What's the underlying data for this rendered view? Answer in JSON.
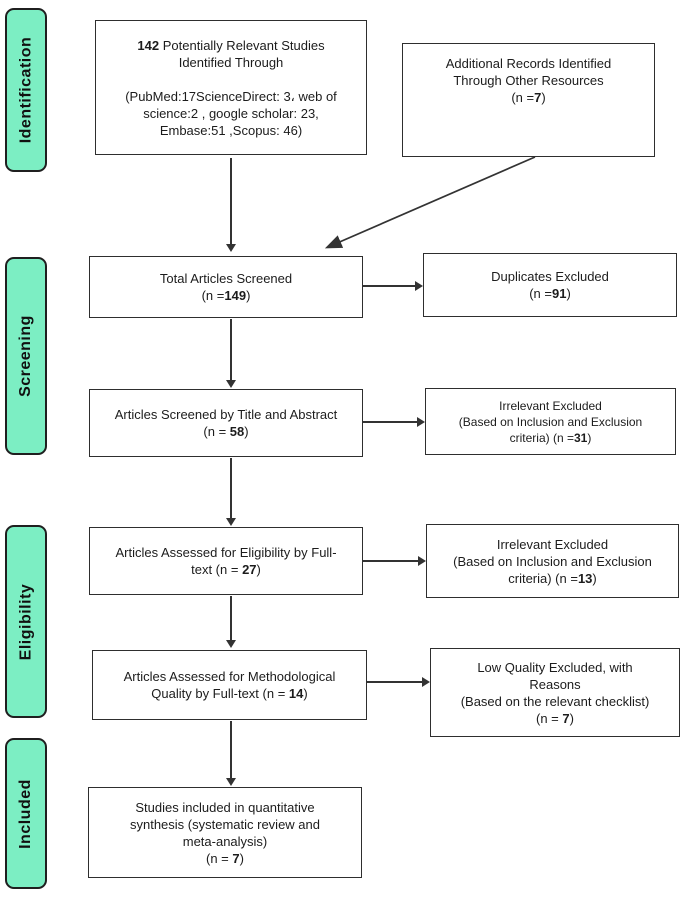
{
  "colors": {
    "stage_label_bg": "#7ceec3",
    "line": "#333333",
    "box_border": "#2e2e2e",
    "text": "#1c1c1c"
  },
  "stages": [
    {
      "label": "Identification"
    },
    {
      "label": "Screening"
    },
    {
      "label": "Eligibility"
    },
    {
      "label": "Included"
    }
  ],
  "boxes": {
    "identified": {
      "lines": [
        [
          {
            "text": "142",
            "bold": true
          },
          {
            "text": " Potentially Relevant Studies"
          }
        ],
        [
          {
            "text": "Identified Through"
          }
        ],
        [
          {
            "text": " "
          }
        ],
        [
          {
            "text": "(PubMed:17ScienceDirect: 3، web of"
          }
        ],
        [
          {
            "text": "science:2 , google scholar: 23,"
          }
        ],
        [
          {
            "text": "Embase:51 ,Scopus: 46)"
          }
        ]
      ]
    },
    "additional": {
      "lines": [
        [
          {
            "text": "Additional Records Identified"
          }
        ],
        [
          {
            "text": "Through Other Resources"
          }
        ],
        [
          {
            "text": "(n ="
          },
          {
            "text": "7",
            "bold": true
          },
          {
            "text": ")"
          }
        ]
      ]
    },
    "screened": {
      "lines": [
        [
          {
            "text": "Total Articles Screened"
          }
        ],
        [
          {
            "text": "(n ="
          },
          {
            "text": "149",
            "bold": true
          },
          {
            "text": ")"
          }
        ]
      ]
    },
    "duplicates": {
      "lines": [
        [
          {
            "text": "Duplicates Excluded"
          }
        ],
        [
          {
            "text": "(n ="
          },
          {
            "text": "91",
            "bold": true
          },
          {
            "text": ")"
          }
        ]
      ]
    },
    "title_abstract": {
      "lines": [
        [
          {
            "text": "Articles Screened by Title and Abstract"
          }
        ],
        [
          {
            "text": "(n = "
          },
          {
            "text": "58",
            "bold": true
          },
          {
            "text": ")"
          }
        ]
      ]
    },
    "irrelevant_31": {
      "lines": [
        [
          {
            "text": "Irrelevant Excluded"
          }
        ],
        [
          {
            "text": "(Based on Inclusion and Exclusion"
          }
        ],
        [
          {
            "text": "criteria)  (n ="
          },
          {
            "text": "31",
            "bold": true
          },
          {
            "text": ")"
          }
        ]
      ]
    },
    "eligibility_fulltext": {
      "lines": [
        [
          {
            "text": "Articles Assessed for Eligibility by Full-"
          }
        ],
        [
          {
            "text": "text (n = "
          },
          {
            "text": "27",
            "bold": true
          },
          {
            "text": ")"
          }
        ]
      ]
    },
    "irrelevant_13": {
      "lines": [
        [
          {
            "text": "Irrelevant Excluded"
          }
        ],
        [
          {
            "text": "(Based on Inclusion and Exclusion"
          }
        ],
        [
          {
            "text": "criteria) (n ="
          },
          {
            "text": "13",
            "bold": true
          },
          {
            "text": ")"
          }
        ]
      ]
    },
    "methodological": {
      "lines": [
        [
          {
            "text": "Articles Assessed for Methodological"
          }
        ],
        [
          {
            "text": "Quality by Full-text (n = "
          },
          {
            "text": "14",
            "bold": true
          },
          {
            "text": ")"
          }
        ]
      ]
    },
    "low_quality": {
      "lines": [
        [
          {
            "text": "Low Quality Excluded, with"
          }
        ],
        [
          {
            "text": "Reasons"
          }
        ],
        [
          {
            "text": "(Based on the relevant checklist)"
          }
        ],
        [
          {
            "text": "(n = "
          },
          {
            "text": "7",
            "bold": true
          },
          {
            "text": ")"
          }
        ]
      ]
    },
    "included_final": {
      "lines": [
        [
          {
            "text": "Studies included in quantitative"
          }
        ],
        [
          {
            "text": "synthesis (systematic review and"
          }
        ],
        [
          {
            "text": "meta-analysis)"
          }
        ],
        [
          {
            "text": "(n = "
          },
          {
            "text": "7",
            "bold": true
          },
          {
            "text": ")"
          }
        ]
      ]
    }
  }
}
